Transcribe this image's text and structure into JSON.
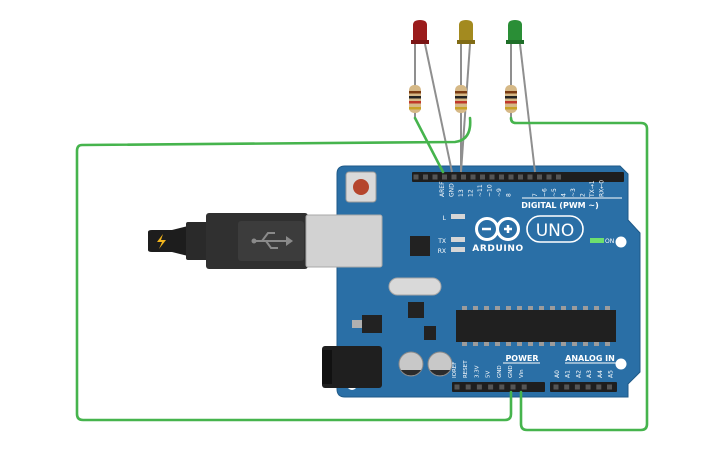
{
  "board": {
    "brand": "ARDUINO",
    "model": "UNO",
    "digital_header_label": "DIGITAL (PWM ~)",
    "power_label": "POWER",
    "analog_label": "ANALOG IN",
    "on_label": "ON",
    "led_labels": [
      "L",
      "TX",
      "RX"
    ],
    "digital_pins": [
      "AREF",
      "GND",
      "13",
      "12",
      "~11",
      "~10",
      "~9",
      "8",
      "7",
      "~6",
      "~5",
      "4",
      "~3",
      "2",
      "TX→1",
      "RX←0"
    ],
    "power_pins": [
      "IOREF",
      "RESET",
      "3.3V",
      "5V",
      "GND",
      "GND",
      "Vin"
    ],
    "analog_pins": [
      "A0",
      "A1",
      "A2",
      "A3",
      "A4",
      "A5"
    ],
    "colors": {
      "board": "#2a6fa6",
      "wire": "#46b44d"
    }
  },
  "leds": [
    {
      "color_name": "red",
      "color": "#9b1c1c"
    },
    {
      "color_name": "yellow",
      "color": "#a38a1f"
    },
    {
      "color_name": "green",
      "color": "#2a8e36"
    }
  ],
  "resistor_count": 3,
  "usb_cable": {
    "present": true
  }
}
